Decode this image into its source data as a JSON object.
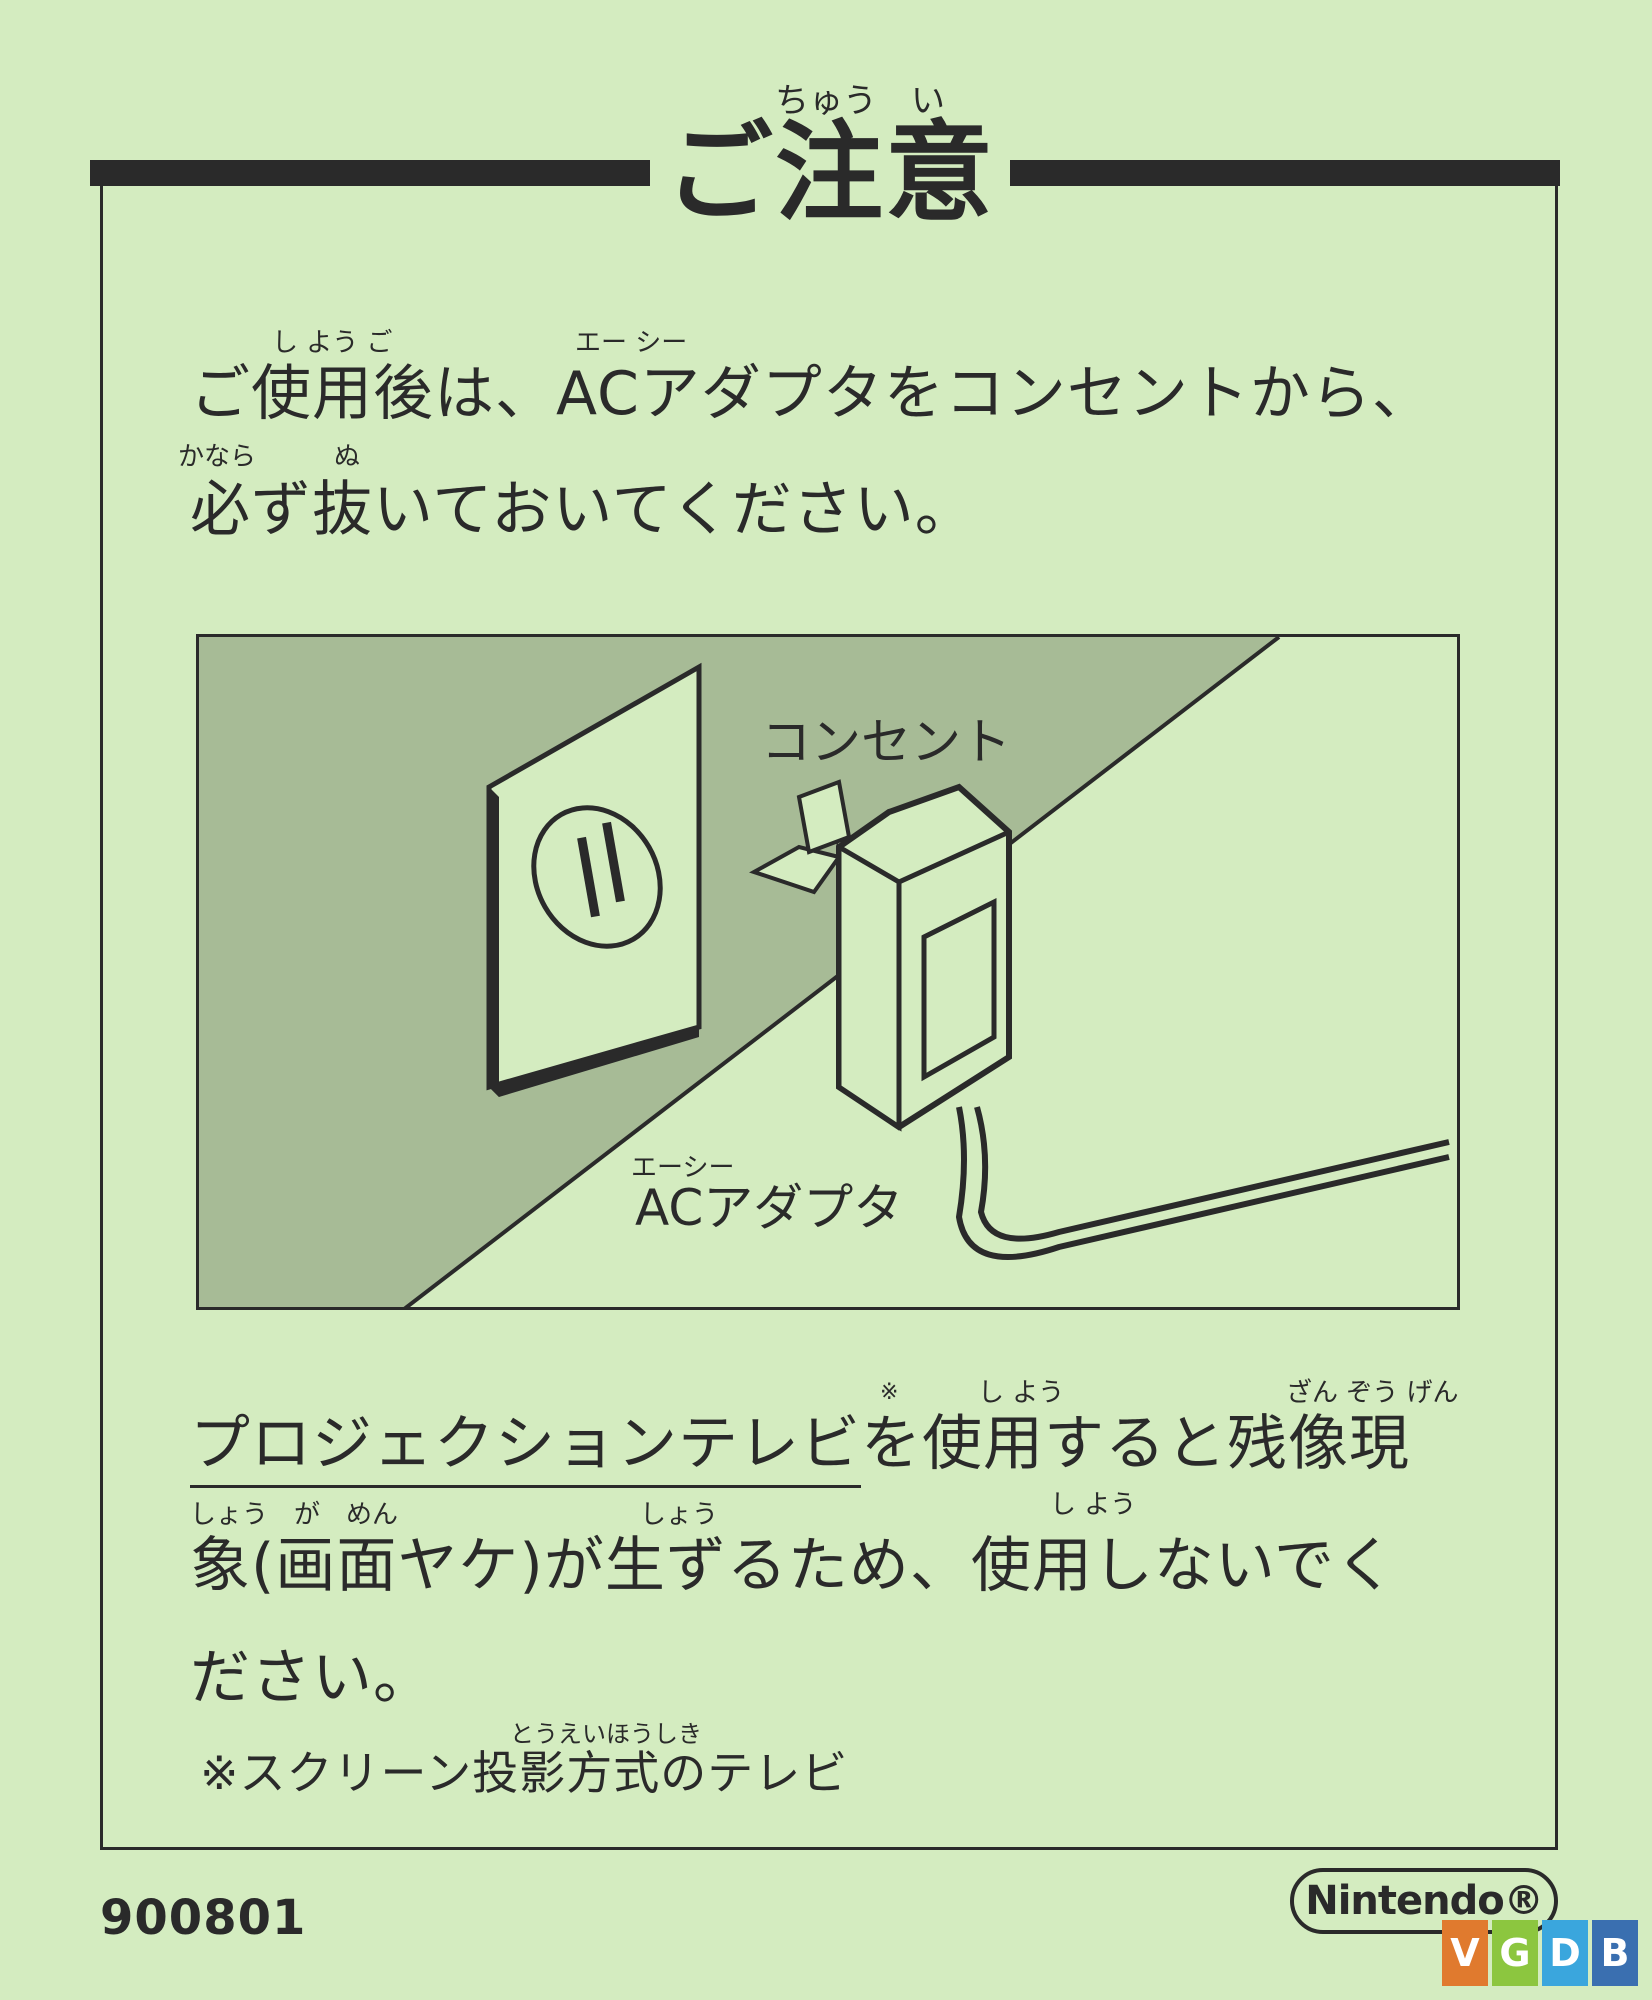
{
  "heading": {
    "ruby": "ちゅう　い",
    "title": "ご注意"
  },
  "paragraph1": {
    "ruby1": "し よう ご",
    "ruby2": "エー シー",
    "line1": "ご使用後は、ACアダプタをコンセントから、",
    "ruby3": "かなら",
    "ruby4": "ぬ",
    "line2": "必ず抜いておいてください。"
  },
  "illustration": {
    "outlet_label": "コンセント",
    "adapter_ruby": "エーシー",
    "adapter_label": "ACアダプタ"
  },
  "paragraph2": {
    "mark": "※",
    "ruby1": "し よう",
    "ruby2": "ざん ぞう げん",
    "line1_underlined": "プロジェクションテレビ",
    "line1_rest": "を使用すると残像現",
    "ruby3": "しょう　が　めん",
    "ruby4": "しょう",
    "ruby5": "し よう",
    "line2": "象(画面ヤケ)が生ずるため、使用しないでく",
    "line3": "ださい。"
  },
  "note": {
    "ruby": "とうえいほうしき",
    "text": "※スクリーン投影方式のテレビ"
  },
  "footer": {
    "code": "900801",
    "brand": "Nintendo®"
  },
  "watermark": {
    "letters": [
      "V",
      "G",
      "D",
      "B"
    ],
    "colors": [
      "#e07a2e",
      "#8cc63f",
      "#3aa6dd",
      "#3a6fb0"
    ]
  }
}
